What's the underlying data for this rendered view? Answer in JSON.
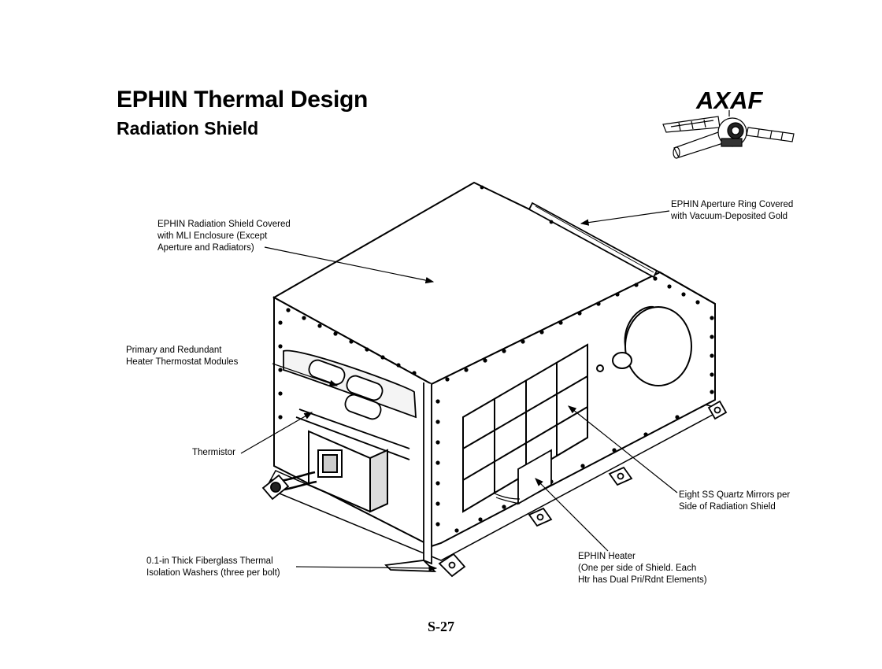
{
  "header": {
    "title": "EPHIN Thermal Design",
    "subtitle": "Radiation Shield",
    "brand": "AXAF"
  },
  "callouts": {
    "shield_mli": [
      "EPHIN Radiation Shield Covered",
      "with MLI Enclosure (Except",
      "Aperture and Radiators)"
    ],
    "aperture_ring": [
      "EPHIN Aperture Ring Covered",
      "with Vacuum-Deposited Gold"
    ],
    "thermostats": [
      "Primary and Redundant",
      "Heater Thermostat Modules"
    ],
    "thermistor": [
      "Thermistor"
    ],
    "mirrors": [
      "Eight SS Quartz Mirrors per",
      "Side of Radiation Shield"
    ],
    "washers": [
      "0.1-in Thick Fiberglass Thermal",
      "Isolation Washers (three per bolt)"
    ],
    "heater": [
      "EPHIN Heater",
      "(One per side of Shield.  Each",
      "Htr has Dual Pri/Rdnt Elements)"
    ]
  },
  "footer": {
    "page_number": "S-27"
  }
}
